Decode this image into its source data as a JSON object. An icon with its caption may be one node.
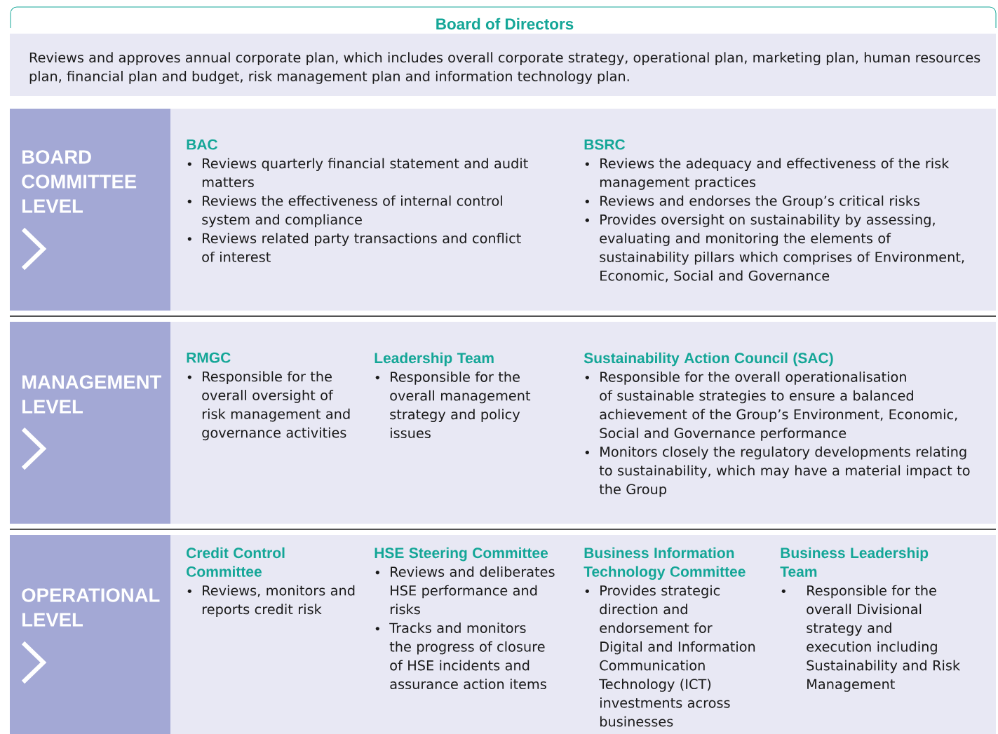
{
  "diagram": {
    "nodes": [
      {
        "text": [
          "Board of Directors",
          "Reviews and approves annual corporate plan, which includes overall corporate strategy, operational plan, marketing plan, human resources plan, financial plan and budget, risk management plan and information technology plan."
        ]
      },
      {
        "text": [
          "BOARD COMMITTEE LEVEL"
        ]
      },
      {
        "text": [
          "BAC",
          "Reviews quarterly financial statement and audit matters",
          "Reviews the effectiveness of internal control system and compliance",
          "Reviews related party transactions and conflict of interest"
        ]
      },
      {
        "text": [
          "BSRC",
          "Reviews the adequacy and effectiveness of the risk management practices",
          "Reviews and endorses the Group’s critical risks",
          "Provides oversight on sustainability by assessing, evaluating and monitoring the elements of sustainability pillars which comprises of Environment, Economic, Social and Governance"
        ]
      },
      {
        "text": [
          "MANAGEMENT LEVEL"
        ]
      },
      {
        "text": [
          "RMGC",
          "Responsible for the overall oversight of risk management and governance activities"
        ]
      },
      {
        "text": [
          "Leadership Team",
          "Responsible for the overall management strategy and policy issues"
        ]
      },
      {
        "text": [
          "Sustainability Action Council (SAC)",
          "Responsible for the overall operationalisation of sustainable strategies to ensure a balanced achievement of the Group’s Environment, Economic, Social and Governance performance",
          "Monitors closely the regulatory developments relating to sustainability, which may have a material impact to the Group"
        ]
      },
      {
        "text": [
          "OPERATIONAL LEVEL"
        ]
      },
      {
        "text": [
          "Credit Control Committee",
          "Reviews, monitors and reports credit risk"
        ]
      },
      {
        "text": [
          "HSE Steering Committee",
          "Reviews and deliberates HSE performance and risks",
          "Tracks and monitors the progress of closure of HSE incidents and assurance action items"
        ]
      },
      {
        "text": [
          "Business Information Technology Committee",
          "Provides strategic direction and endorsement for Digital and Information Communication Technology (ICT) investments across businesses"
        ]
      },
      {
        "text": [
          "Business Leadership Team",
          "Responsible for the overall Divisional strategy and execution including Sustainability and Risk Management"
        ]
      }
    ]
  }
}
